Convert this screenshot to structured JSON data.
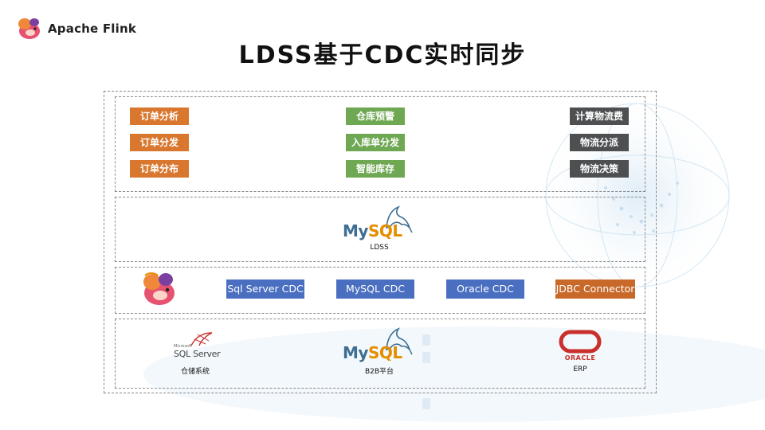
{
  "header": {
    "brand": "Apache Flink",
    "title": "LDSS基于CDC实时同步"
  },
  "apps": {
    "orange": [
      "订单分析",
      "订单分发",
      "订单分布"
    ],
    "green": [
      "仓库预警",
      "入库单分发",
      "智能库存"
    ],
    "gray": [
      "计算物流费",
      "物流分派",
      "物流决策"
    ]
  },
  "ldss": {
    "logo_my": "My",
    "logo_sql": "SQL",
    "caption": "LDSS"
  },
  "connectors": {
    "sqlserver_cdc": "Sql Server CDC",
    "mysql_cdc": "MySQL CDC",
    "oracle_cdc": "Oracle CDC",
    "jdbc": "JDBC Connector"
  },
  "sources": {
    "sqlserver_logo_small": "Microsoft",
    "sqlserver_logo": "SQL Server",
    "sqlserver_caption": "仓储系统",
    "mysql_my": "My",
    "mysql_sql": "SQL",
    "mysql_caption": "B2B平台",
    "oracle_logo": "ORACLE",
    "oracle_caption": "ERP"
  },
  "colors": {
    "orange": "#d9772e",
    "green": "#6fa853",
    "gray": "#4d4f51",
    "blue": "#4a6fc1",
    "brown": "#c8692a",
    "mysql_blue": "#3e6e93",
    "mysql_orange": "#e48e00",
    "oracle_red": "#c9302c"
  }
}
